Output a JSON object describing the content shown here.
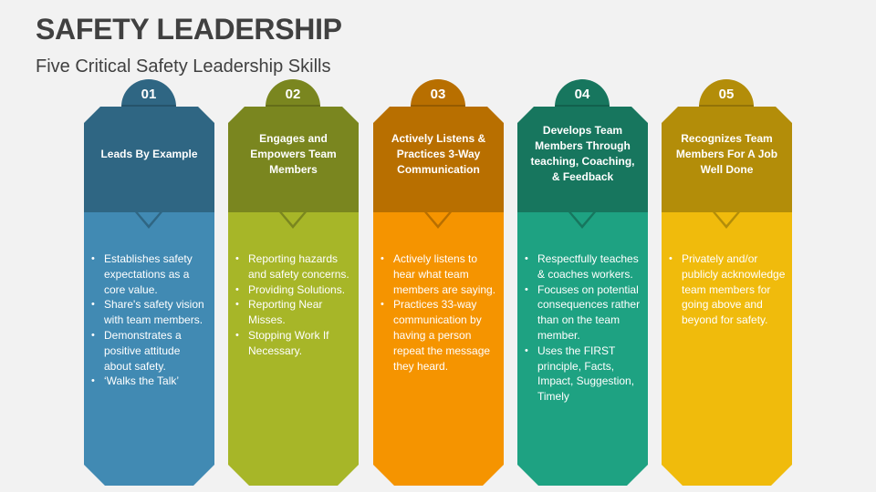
{
  "slide": {
    "title": "SAFETY LEADERSHIP",
    "subtitle": "Five Critical Safety Leadership Skills"
  },
  "cards": [
    {
      "number": "01",
      "heading": "Leads By Example",
      "colors": {
        "dark": "#2f6683",
        "light": "#418ab3"
      },
      "bullets": [
        "Establishes safety expectations as a core value.",
        "Share's safety vision with team members.",
        "Demonstrates a positive attitude about safety.",
        "‘Walks the Talk’"
      ]
    },
    {
      "number": "02",
      "heading": "Engages and Empowers Team Members",
      "colors": {
        "dark": "#7a861f",
        "light": "#a7b628"
      },
      "bullets": [
        "Reporting hazards and safety concerns.",
        "Providing Solutions.",
        "Reporting Near Misses.",
        "Stopping Work If Necessary."
      ]
    },
    {
      "number": "03",
      "heading": "Actively Listens & Practices 3-Way Communication",
      "colors": {
        "dark": "#b86f00",
        "light": "#f59400"
      },
      "bullets": [
        "Actively listens to hear what team members are saying.",
        "Practices 33-way communication by having a person repeat the message they heard."
      ]
    },
    {
      "number": "04",
      "heading": "Develops Team Members Through teaching, Coaching, & Feedback",
      "colors": {
        "dark": "#17765e",
        "light": "#1ea282"
      },
      "bullets": [
        "Respectfully teaches & coaches workers.",
        "Focuses on potential consequences rather than on the team member.",
        "Uses the FIRST principle, Facts, Impact, Suggestion, Timely"
      ]
    },
    {
      "number": "05",
      "heading": "Recognizes Team Members For A Job Well Done",
      "colors": {
        "dark": "#b38d09",
        "light": "#f0bb0c"
      },
      "bullets": [
        "Privately and/or publicly acknowledge team members for going above and beyond for safety."
      ]
    }
  ]
}
